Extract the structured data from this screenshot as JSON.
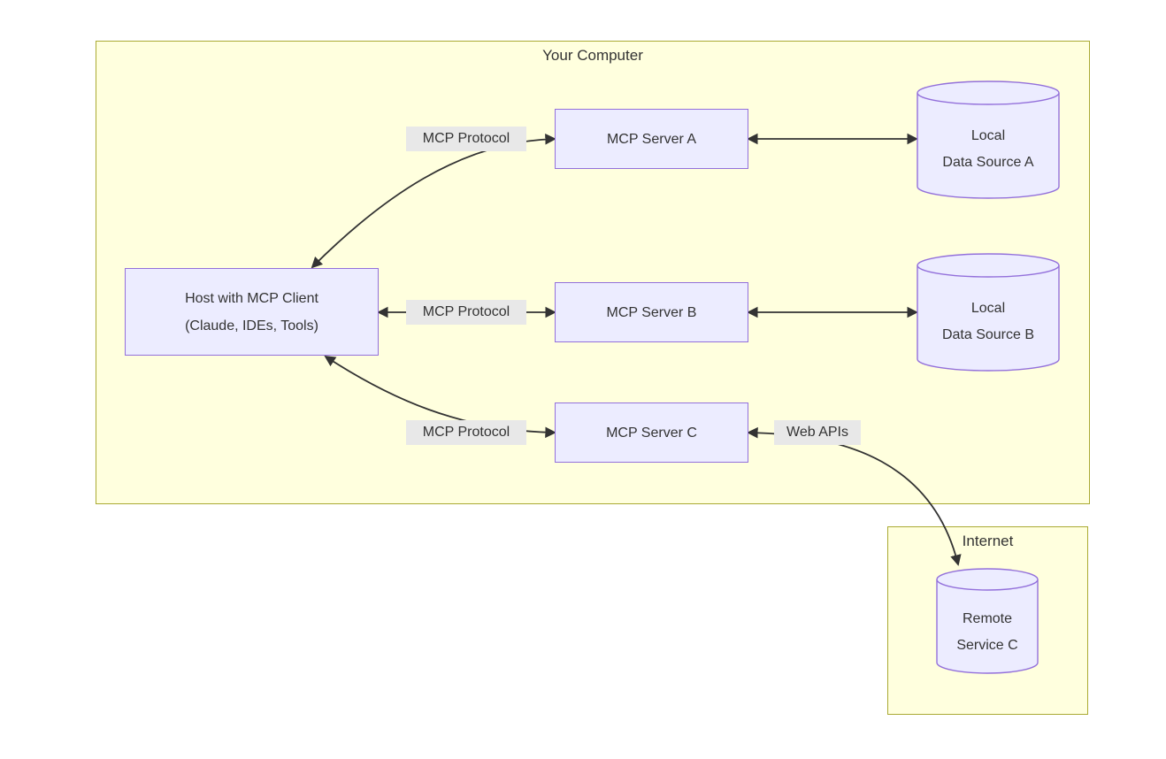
{
  "diagram": {
    "type": "flowchart",
    "clusters": {
      "your_computer": {
        "title": "Your Computer"
      },
      "internet": {
        "title": "Internet"
      }
    },
    "nodes": {
      "host": {
        "shape": "rect",
        "lines": [
          "Host with MCP Client",
          "(Claude, IDEs, Tools)"
        ]
      },
      "server_a": {
        "shape": "rect",
        "label": "MCP Server A"
      },
      "server_b": {
        "shape": "rect",
        "label": "MCP Server B"
      },
      "server_c": {
        "shape": "rect",
        "label": "MCP Server C"
      },
      "data_a": {
        "shape": "cylinder",
        "lines": [
          "Local",
          "Data Source A"
        ]
      },
      "data_b": {
        "shape": "cylinder",
        "lines": [
          "Local",
          "Data Source B"
        ]
      },
      "remote_c": {
        "shape": "cylinder",
        "lines": [
          "Remote",
          "Service C"
        ]
      }
    },
    "edges": [
      {
        "from": "host",
        "to": "server_a",
        "label": "MCP Protocol",
        "bidirectional": true
      },
      {
        "from": "host",
        "to": "server_b",
        "label": "MCP Protocol",
        "bidirectional": true
      },
      {
        "from": "host",
        "to": "server_c",
        "label": "MCP Protocol",
        "bidirectional": true
      },
      {
        "from": "server_a",
        "to": "data_a",
        "label": "",
        "bidirectional": true
      },
      {
        "from": "server_b",
        "to": "data_b",
        "label": "",
        "bidirectional": true
      },
      {
        "from": "server_c",
        "to": "remote_c",
        "label": "Web APIs",
        "bidirectional": true
      }
    ],
    "edge_labels": {
      "host_server_a": "MCP Protocol",
      "host_server_b": "MCP Protocol",
      "host_server_c": "MCP Protocol",
      "server_c_remote": "Web APIs"
    },
    "colors": {
      "node_fill": "#ECECFF",
      "node_border": "#9370DB",
      "cluster_fill": "#FFFFDE",
      "cluster_border": "#AAAA33",
      "edge_stroke": "#333333",
      "edge_label_bg": "#E8E8E8",
      "text": "#333333",
      "page_bg": "#FFFFFF"
    }
  }
}
